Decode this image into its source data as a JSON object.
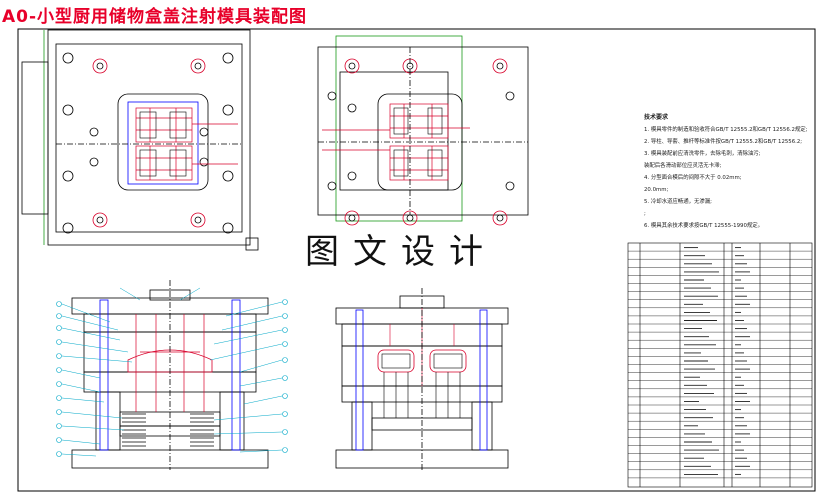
{
  "title": "A0-小型厨用储物盒盖注射模具装配图",
  "watermark": "图文设计",
  "tech_notes": {
    "heading": "技术要求",
    "lines": [
      "1. 模具零件的制造和验收符合GB/T 12555.2和GB/T 12556.2规定;",
      "2. 导柱、导套、推杆等标准件按GB/T 12555.2和GB/T 12556.2;",
      "3. 模具装配前应清洗零件，去除毛刺，清除油污;",
      "   装配后各滑动部位应灵活无卡滞;",
      "4. 分型面合模后的间隙不大于 0.02mm;",
      "   20.0mm;",
      "5. 冷却水道应畅通，无渗漏;",
      "   ;",
      "6. 模具其余技术要求按GB/T 12555-1990规定。"
    ]
  },
  "colors": {
    "title": "#e8002a",
    "outline": "#000000",
    "part": "#0000ff",
    "product": "#d8002a",
    "frame": "#1a9a1a",
    "leader": "#00a8c8"
  }
}
